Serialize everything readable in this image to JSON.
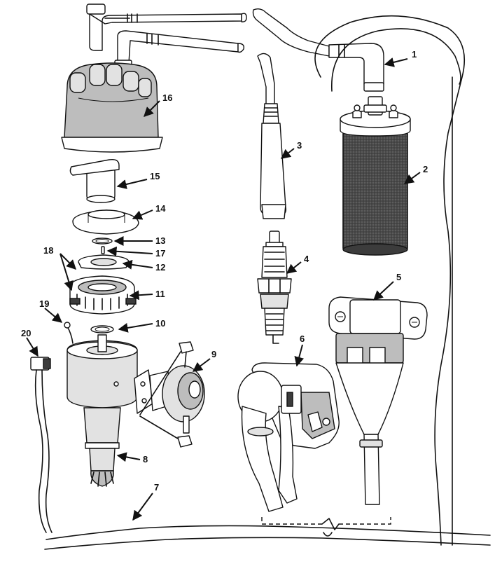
{
  "callouts": [
    {
      "id": "1",
      "text": "1"
    },
    {
      "id": "2",
      "text": "2"
    },
    {
      "id": "3",
      "text": "3"
    },
    {
      "id": "4",
      "text": "4"
    },
    {
      "id": "5",
      "text": "5"
    },
    {
      "id": "6",
      "text": "6"
    },
    {
      "id": "7",
      "text": "7"
    },
    {
      "id": "8",
      "text": "8"
    },
    {
      "id": "9",
      "text": "9"
    },
    {
      "id": "10",
      "text": "10"
    },
    {
      "id": "11",
      "text": "11"
    },
    {
      "id": "12",
      "text": "12"
    },
    {
      "id": "13",
      "text": "13"
    },
    {
      "id": "14",
      "text": "14"
    },
    {
      "id": "15",
      "text": "15"
    },
    {
      "id": "16",
      "text": "16"
    },
    {
      "id": "17",
      "text": "17"
    },
    {
      "id": "18",
      "text": "18"
    },
    {
      "id": "19",
      "text": "19"
    },
    {
      "id": "20",
      "text": "20"
    }
  ],
  "colors": {
    "ink": "#111111",
    "paper": "#ffffff",
    "shading_dark": "#3c3c3c",
    "shading_mid": "#bdbdbd",
    "shading_light": "#e2e2e2"
  }
}
